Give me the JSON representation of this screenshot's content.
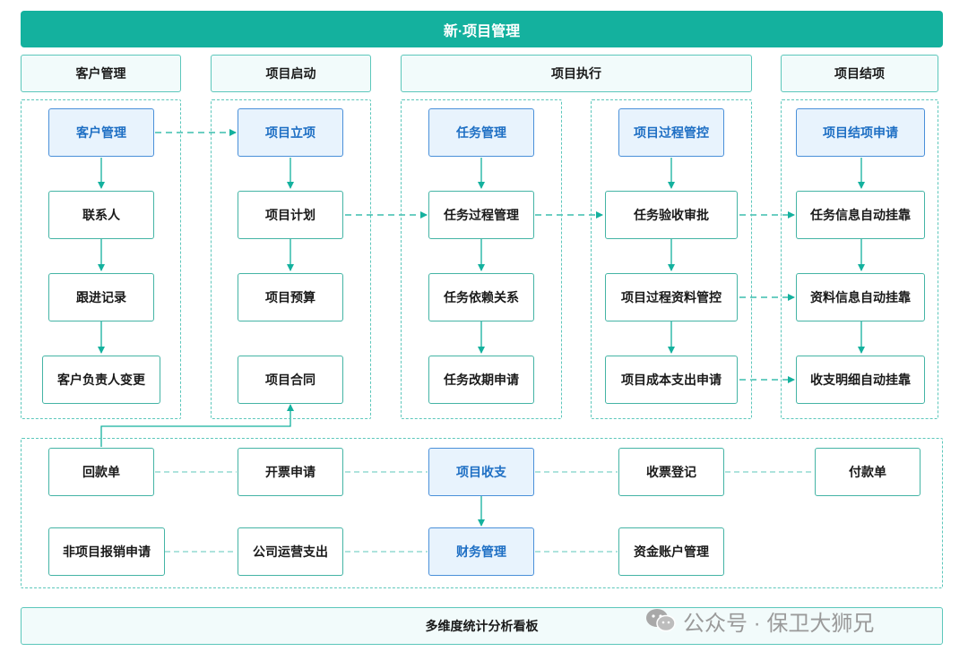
{
  "title": "新·项目管理",
  "sections": {
    "customer": "客户管理",
    "initiation": "项目启动",
    "execution": "项目执行",
    "closing": "项目结项"
  },
  "nodes": {
    "customer_mgmt": "客户管理",
    "contact": "联系人",
    "followup": "跟进记录",
    "owner_change": "客户负责人变更",
    "project_setup": "项目立项",
    "project_plan": "项目计划",
    "project_budget": "项目预算",
    "project_contract": "项目合同",
    "task_mgmt": "任务管理",
    "task_process": "任务过程管理",
    "task_dependency": "任务依赖关系",
    "task_reschedule": "任务改期申请",
    "process_control": "项目过程管控",
    "task_acceptance": "任务验收审批",
    "doc_control": "项目过程资料管控",
    "cost_request": "项目成本支出申请",
    "closing_request": "项目结项申请",
    "task_info_attach": "任务信息自动挂靠",
    "doc_info_attach": "资料信息自动挂靠",
    "finance_detail_attach": "收支明细自动挂靠",
    "payment_received": "回款单",
    "invoice_request": "开票申请",
    "project_finance": "项目收支",
    "invoice_receipt": "收票登记",
    "payment_order": "付款单",
    "non_project_expense": "非项目报销申请",
    "company_expense": "公司运营支出",
    "finance_mgmt": "财务管理",
    "fund_account": "资金账户管理"
  },
  "dashboard": "多维度统计分析看板",
  "watermark": "公众号 · 保卫大狮兄",
  "colors": {
    "teal": "#14b19e",
    "border": "#44b4a5",
    "highlight_border": "#4a90d9",
    "highlight_fill": "#e8f3fd",
    "highlight_text": "#1e6fc4"
  }
}
